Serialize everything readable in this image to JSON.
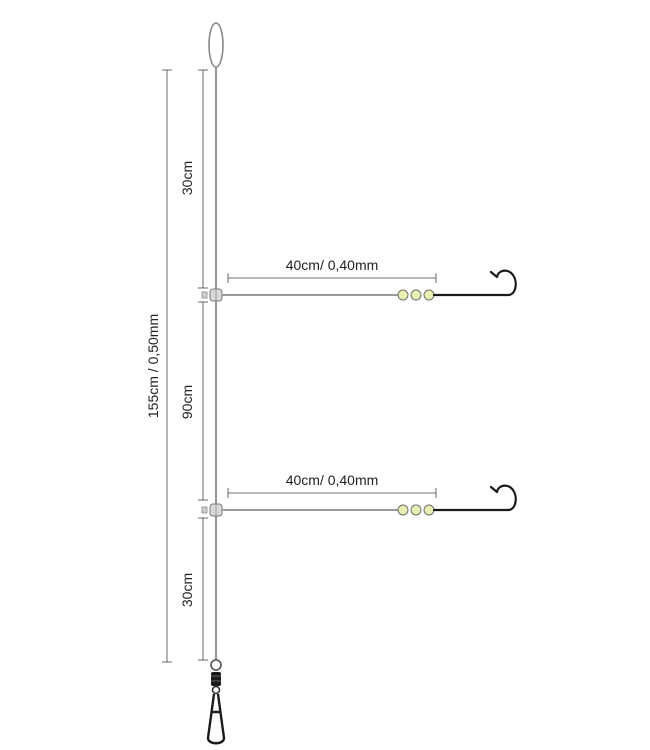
{
  "dimensions": {
    "total": "155cm / 0,50mm",
    "upper_section": "30cm",
    "middle_section": "90cm",
    "lower_section": "30cm"
  },
  "branches": [
    {
      "label": "40cm/ 0,40mm"
    },
    {
      "label": "40cm/ 0,40mm"
    }
  ],
  "colors": {
    "main_line": "#9a9a9a",
    "hook": "#1a1a1a",
    "bead": "#e9efb0",
    "swivel": "#1a1a1a"
  }
}
